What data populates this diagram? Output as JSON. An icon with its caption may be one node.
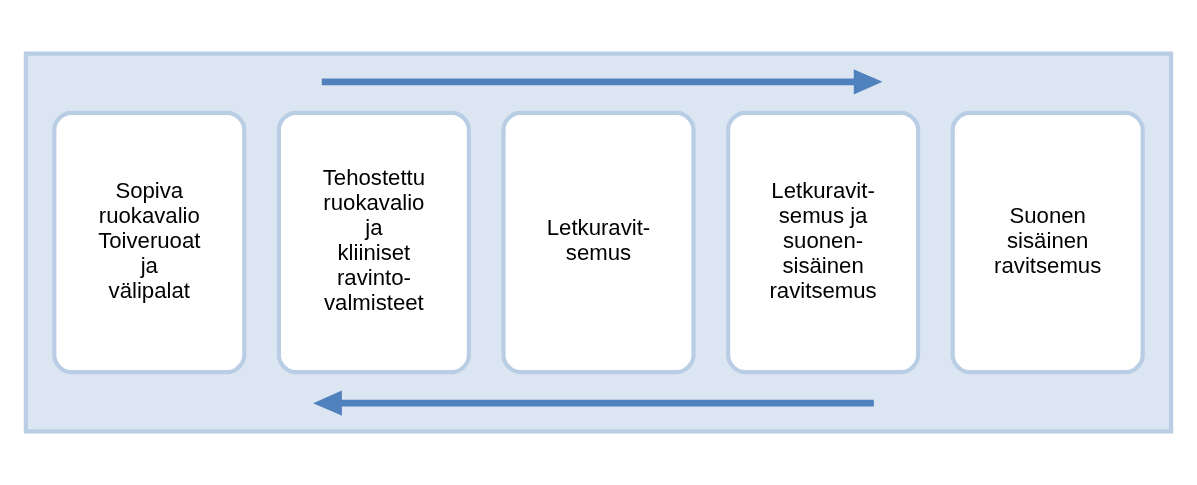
{
  "diagram": {
    "nodes": [
      {
        "text": [],
        "shape": "box"
      },
      {
        "text": [
          "Sopiva ruokavalio",
          "Toiveruoat ja välipalat"
        ],
        "in": 0
      },
      {
        "text": [
          "Tehostettu ruokavalio ja kliiniset ravinto- valmisteet"
        ],
        "in": 0
      },
      {
        "text": [
          "Letkuravit- semus"
        ],
        "in": 0
      },
      {
        "text": [
          "Letkuravit- semus ja suonen- sisäinen ravitsemus"
        ],
        "in": 0
      },
      {
        "text": [
          "Suonen sisäinen ravitsemus"
        ],
        "in": 0
      }
    ],
    "edges": []
  }
}
